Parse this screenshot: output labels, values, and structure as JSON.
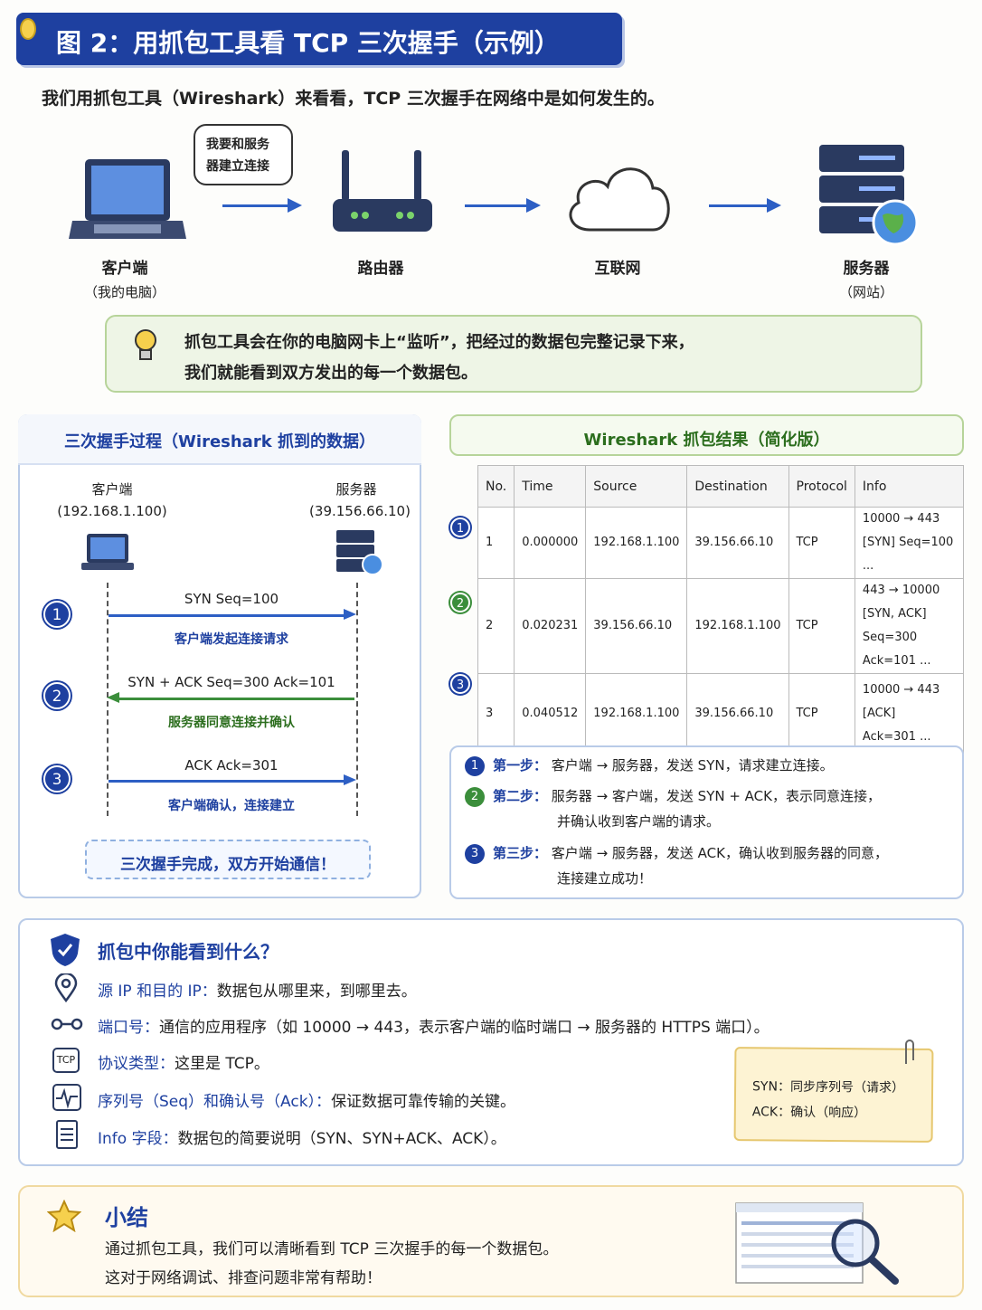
{
  "header": {
    "title": "图 2：用抓包工具看 TCP 三次握手（示例）",
    "intro": "我们用抓包工具（Wireshark）来看看，TCP 三次握手在网络中是如何发生的。"
  },
  "topology": {
    "bubble_line1": "我要和服务",
    "bubble_line2": "器建立连接",
    "client_label": "客户端",
    "client_sub": "（我的电脑）",
    "router_label": "路由器",
    "internet_label": "互联网",
    "server_label": "服务器",
    "server_sub": "（网站）"
  },
  "note": {
    "line1": "抓包工具会在你的电脑网卡上“监听”，把经过的数据包完整记录下来，",
    "line2": "我们就能看到双方发出的每一个数据包。"
  },
  "handshake": {
    "title": "三次握手过程（Wireshark 抓到的数据）",
    "client_label": "客户端",
    "client_ip": "(192.168.1.100)",
    "server_label": "服务器",
    "server_ip": "(39.156.66.10)",
    "steps": [
      {
        "num": "1",
        "msg": "SYN      Seq=100",
        "desc": "客户端发起连接请求"
      },
      {
        "num": "2",
        "msg": "SYN + ACK    Seq=300   Ack=101",
        "desc": "服务器同意连接并确认"
      },
      {
        "num": "3",
        "msg": "ACK      Ack=301",
        "desc": "客户端确认，连接建立"
      }
    ],
    "done": "三次握手完成，双方开始通信！"
  },
  "wireshark": {
    "title": "Wireshark 抓包结果（简化版）",
    "columns": [
      "No.",
      "Time",
      "Source",
      "Destination",
      "Protocol",
      "Info"
    ],
    "rows": [
      {
        "no": "1",
        "time": "0.000000",
        "src": "192.168.1.100",
        "dst": "39.156.66.10",
        "proto": "TCP",
        "info1": "10000 → 443",
        "info2": "[SYN] Seq=100 ...",
        "info3": ""
      },
      {
        "no": "2",
        "time": "0.020231",
        "src": "39.156.66.10",
        "dst": "192.168.1.100",
        "proto": "TCP",
        "info1": "443 → 10000",
        "info2": "[SYN, ACK]",
        "info3": "Seq=300 Ack=101 ..."
      },
      {
        "no": "3",
        "time": "0.040512",
        "src": "192.168.1.100",
        "dst": "39.156.66.10",
        "proto": "TCP",
        "info1": "10000 → 443",
        "info2": "[ACK]",
        "info3": "Ack=301 ..."
      }
    ]
  },
  "steps_panel": {
    "s1_k": "第一步：",
    "s1_v": "客户端 → 服务器，发送 SYN，请求建立连接。",
    "s2_k": "第二步：",
    "s2_v": "服务器 → 客户端，发送 SYN + ACK，表示同意连接，",
    "s2_v2": "并确认收到客户端的请求。",
    "s3_k": "第三步：",
    "s3_v": "客户端 → 服务器，发送 ACK，确认收到服务器的同意，",
    "s3_v2": "连接建立成功！"
  },
  "see": {
    "title": "抓包中你能看到什么？",
    "items": [
      {
        "k": "源 IP 和目的 IP：",
        "v": "数据包从哪里来，到哪里去。"
      },
      {
        "k": "端口号：",
        "v": "通信的应用程序（如 10000 → 443，表示客户端的临时端口 → 服务器的 HTTPS 端口）。"
      },
      {
        "k": "协议类型：",
        "v": "这里是 TCP。"
      },
      {
        "k": "序列号（Seq）和确认号（Ack）：",
        "v": "保证数据可靠传输的关键。"
      },
      {
        "k": "Info 字段：",
        "v": "数据包的简要说明（SYN、SYN+ACK、ACK）。"
      }
    ],
    "tcp_icon": "TCP",
    "sticky1": "SYN：同步序列号（请求）",
    "sticky2": "ACK：确认（响应）"
  },
  "summary": {
    "title": "小结",
    "line1": "通过抓包工具，我们可以清晰看到 TCP 三次握手的每一个数据包。",
    "line2": "这对于网络调试、排查问题非常有帮助！"
  }
}
